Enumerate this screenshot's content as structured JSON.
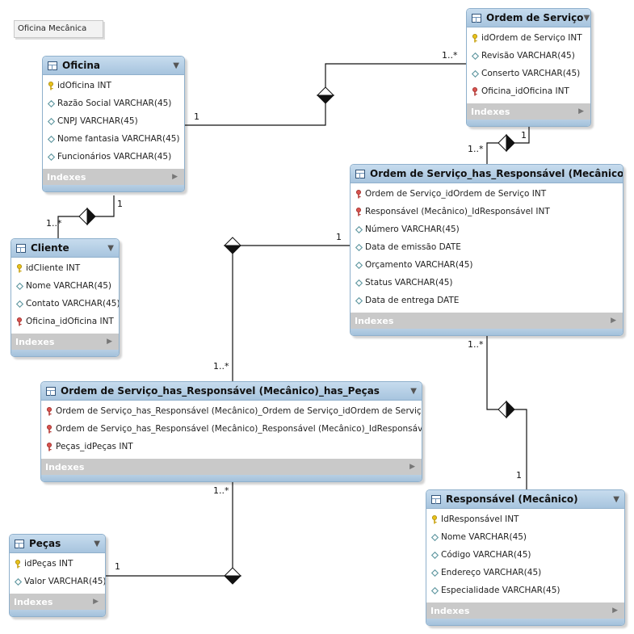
{
  "diagram_label": "Oficina Mecânica",
  "indexes_label": "Indexes",
  "entities": {
    "oficina": {
      "title": "Oficina",
      "columns": [
        {
          "kind": "pk",
          "text": "idOficina INT"
        },
        {
          "kind": "attr",
          "text": "Razão Social VARCHAR(45)"
        },
        {
          "kind": "attr",
          "text": "CNPJ VARCHAR(45)"
        },
        {
          "kind": "attr",
          "text": "Nome fantasia VARCHAR(45)"
        },
        {
          "kind": "attr",
          "text": "Funcionários VARCHAR(45)"
        }
      ]
    },
    "ordem_servico": {
      "title": "Ordem de Serviço",
      "columns": [
        {
          "kind": "pk",
          "text": "idOrdem de Serviço INT"
        },
        {
          "kind": "attr",
          "text": "Revisão VARCHAR(45)"
        },
        {
          "kind": "attr",
          "text": "Conserto VARCHAR(45)"
        },
        {
          "kind": "fk",
          "text": "Oficina_idOficina INT"
        }
      ]
    },
    "cliente": {
      "title": "Cliente",
      "columns": [
        {
          "kind": "pk",
          "text": "idCliente INT"
        },
        {
          "kind": "attr",
          "text": "Nome VARCHAR(45)"
        },
        {
          "kind": "attr",
          "text": "Contato VARCHAR(45)"
        },
        {
          "kind": "fk",
          "text": "Oficina_idOficina INT"
        }
      ]
    },
    "os_has_resp": {
      "title": "Ordem de Serviço_has_Responsável (Mecânico)",
      "columns": [
        {
          "kind": "fk",
          "text": "Ordem de Serviço_idOrdem de Serviço INT"
        },
        {
          "kind": "fk",
          "text": "Responsável (Mecânico)_IdResponsável INT"
        },
        {
          "kind": "attr",
          "text": "Número VARCHAR(45)"
        },
        {
          "kind": "attr",
          "text": "Data de emissão DATE"
        },
        {
          "kind": "attr",
          "text": "Orçamento VARCHAR(45)"
        },
        {
          "kind": "attr",
          "text": "Status VARCHAR(45)"
        },
        {
          "kind": "attr",
          "text": "Data de entrega DATE"
        }
      ]
    },
    "os_resp_pecas": {
      "title": "Ordem de Serviço_has_Responsável (Mecânico)_has_Peças",
      "columns": [
        {
          "kind": "fk",
          "text": "Ordem de Serviço_has_Responsável (Mecânico)_Ordem de Serviço_idOrdem de Serviço INT"
        },
        {
          "kind": "fk",
          "text": "Ordem de Serviço_has_Responsável (Mecânico)_Responsável (Mecânico)_IdResponsável INT"
        },
        {
          "kind": "fk",
          "text": "Peças_idPeças INT"
        }
      ]
    },
    "pecas": {
      "title": "Peças",
      "columns": [
        {
          "kind": "pk",
          "text": "idPeças INT"
        },
        {
          "kind": "attr",
          "text": "Valor VARCHAR(45)"
        }
      ]
    },
    "responsavel": {
      "title": "Responsável (Mecânico)",
      "columns": [
        {
          "kind": "pk",
          "text": "IdResponsável INT"
        },
        {
          "kind": "attr",
          "text": "Nome VARCHAR(45)"
        },
        {
          "kind": "attr",
          "text": "Código VARCHAR(45)"
        },
        {
          "kind": "attr",
          "text": "Endereço VARCHAR(45)"
        },
        {
          "kind": "attr",
          "text": "Especialidade VARCHAR(45)"
        }
      ]
    }
  },
  "relationships": [
    {
      "name": "oficina-ordem-servico",
      "one": "1",
      "many": "1..*"
    },
    {
      "name": "oficina-cliente",
      "one": "1",
      "many": "1..*"
    },
    {
      "name": "ordem-servico-os-has-resp",
      "one": "1",
      "many": "1..*"
    },
    {
      "name": "os-has-resp-pecas-link",
      "one": "1",
      "many": "1..*"
    },
    {
      "name": "responsavel-os-has-resp",
      "one": "1",
      "many": "1..*"
    },
    {
      "name": "pecas-link",
      "one": "1",
      "many": "1..*"
    }
  ],
  "colors": {
    "header": "#a7c4de",
    "border": "#8fb0cc",
    "key_icon": "#e8c21a",
    "fk_icon": "#d9534f",
    "attr_icon": "#5f97a0"
  }
}
